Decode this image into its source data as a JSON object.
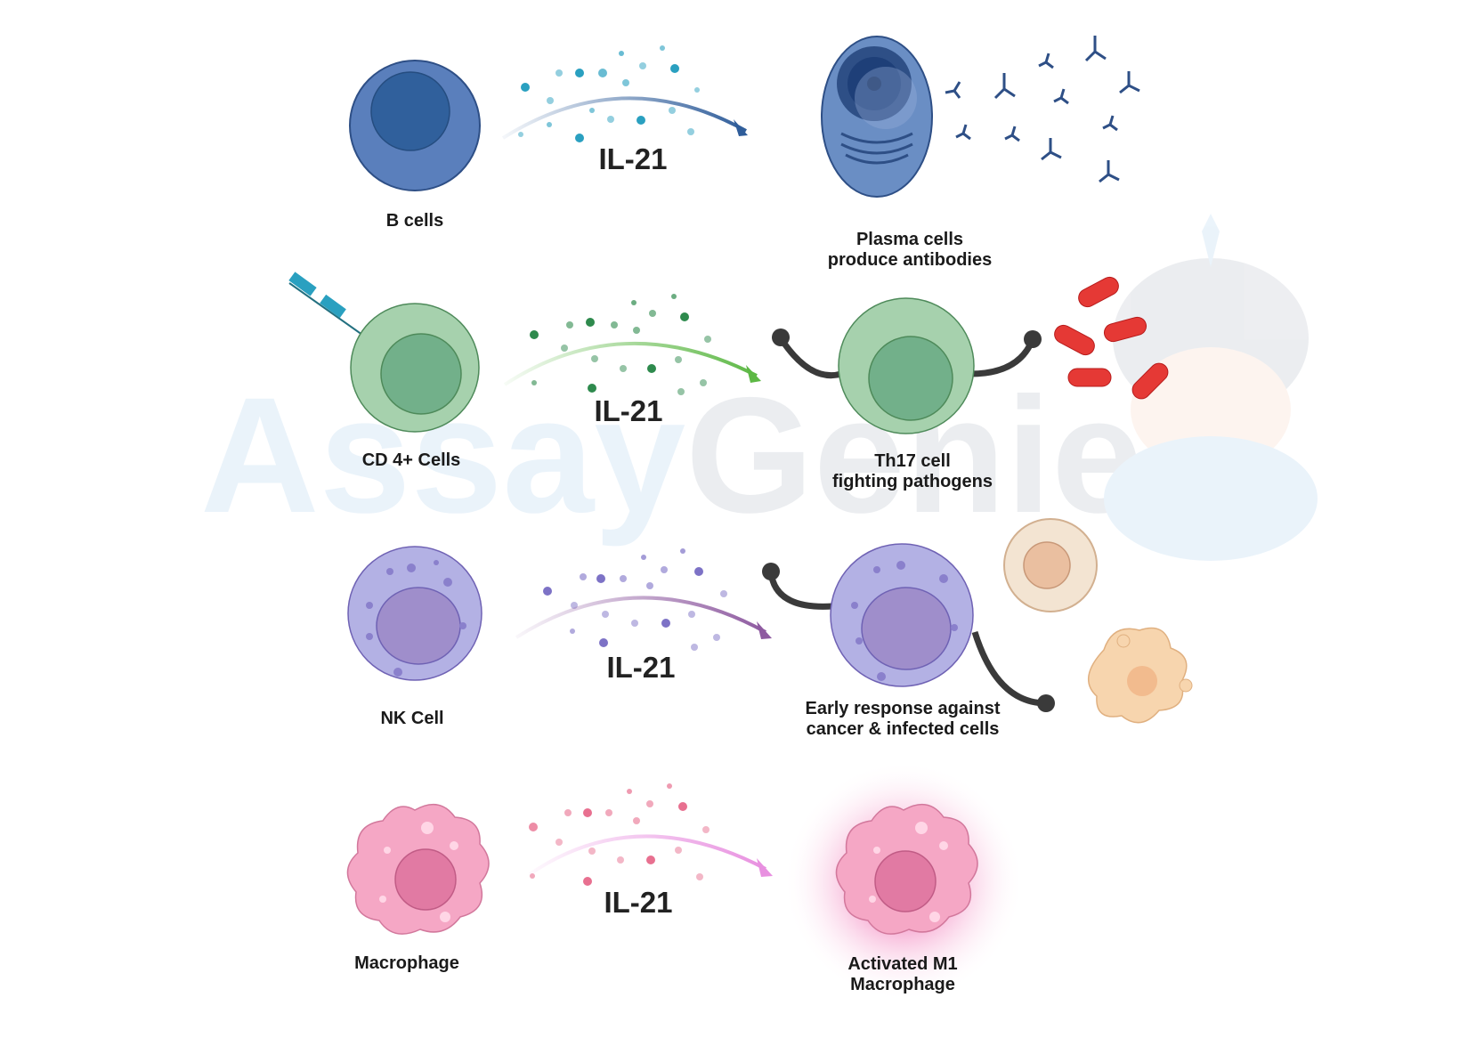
{
  "watermark": {
    "text_blue": "Assay",
    "text_grey": "Genie"
  },
  "rows": [
    {
      "id": "b-cell",
      "source_label": "B cells",
      "cytokine": "IL-21",
      "target_label_1": "Plasma cells",
      "target_label_2": "produce antibodies",
      "color": "#2f5d9a",
      "dot_color": "#2aa0c0"
    },
    {
      "id": "cd4",
      "source_label": "CD 4+ Cells",
      "cytokine": "IL-21",
      "target_label_1": "Th17 cell",
      "target_label_2": "fighting pathogens",
      "color": "#5db845",
      "dot_color": "#2e8a4d"
    },
    {
      "id": "nk",
      "source_label": "NK Cell",
      "cytokine": "IL-21",
      "target_label_1": "Early response against",
      "target_label_2": "cancer & infected cells",
      "color": "#8e5aa0",
      "dot_color": "#7d72c6"
    },
    {
      "id": "macrophage",
      "source_label": "Macrophage",
      "cytokine": "IL-21",
      "target_label_1": "Activated M1",
      "target_label_2": "Macrophage",
      "color": "#e890e0",
      "dot_color": "#e87090"
    }
  ]
}
